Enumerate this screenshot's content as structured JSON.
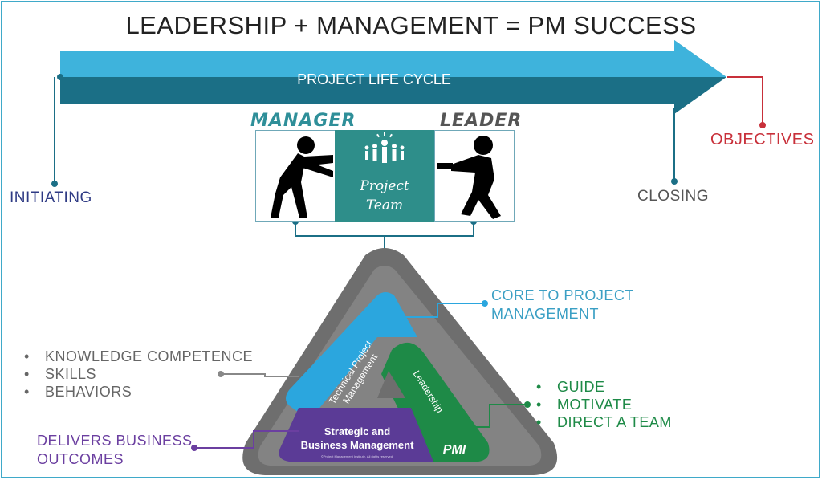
{
  "title": "LEADERSHIP + MANAGEMENT = PM SUCCESS",
  "lifecycle": {
    "arrow_label": "PROJECT LIFE CYCLE",
    "start_label": "INITIATING",
    "end_label": "CLOSING",
    "target_label": "OBJECTIVES"
  },
  "roles": {
    "manager": "MANAGER",
    "leader": "LEADER",
    "team_line1": "Project",
    "team_line2": "Team"
  },
  "triangle": {
    "technical": [
      "Technical Project",
      "Management"
    ],
    "leadership": "Leadership",
    "strategic": [
      "Strategic and",
      "Business Management"
    ],
    "copyright": "©Project Management Institute. All rights reserved.",
    "logo": "PMI"
  },
  "callouts": {
    "core": [
      "CORE TO PROJECT",
      "MANAGEMENT"
    ],
    "technical_bullets": [
      "KNOWLEDGE COMPETENCE",
      "SKILLS",
      "BEHAVIORS"
    ],
    "leadership_bullets": [
      "GUIDE",
      "MOTIVATE",
      "DIRECT A TEAM"
    ],
    "strategic": [
      "DELIVERS BUSINESS",
      "OUTCOMES"
    ]
  },
  "colors": {
    "arrow_light": "#3eb3dc",
    "arrow_dark": "#1b6f86",
    "team": "#2e8e8a",
    "technical": "#2ba6de",
    "leadership": "#1e8a47",
    "strategic": "#5b3b96",
    "objectives": "#c8303a"
  }
}
